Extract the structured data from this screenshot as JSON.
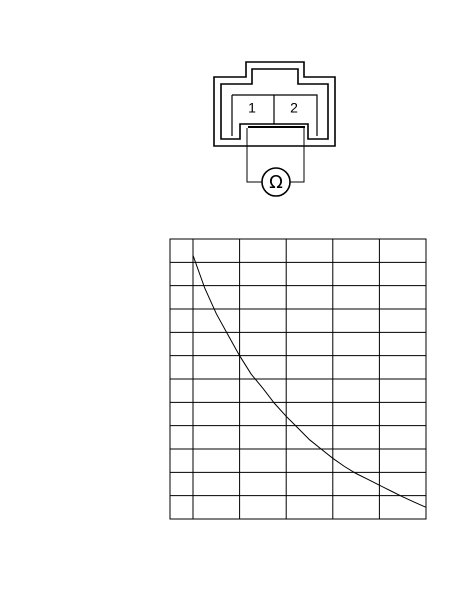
{
  "connector": {
    "pins": [
      "1",
      "2"
    ],
    "meter_symbol": "Ω",
    "meter_icon": "ohmmeter-icon"
  },
  "chart_data": {
    "type": "line",
    "title": "",
    "xlabel": "",
    "ylabel": "",
    "xlim": [
      0,
      10
    ],
    "ylim": [
      0,
      12
    ],
    "grid": true,
    "grid_columns": 5,
    "grid_rows": 12,
    "series": [
      {
        "x": [
          0.0,
          0.5,
          1.0,
          1.5,
          2.0,
          2.5,
          3.0,
          3.5,
          4.0,
          4.5,
          5.0,
          5.5,
          6.0,
          6.5,
          7.0,
          7.5,
          8.0,
          8.5,
          9.0,
          9.5,
          10.0
        ],
        "y": [
          11.3,
          9.9,
          8.8,
          7.9,
          7.0,
          6.2,
          5.6,
          4.95,
          4.4,
          3.9,
          3.4,
          3.0,
          2.6,
          2.25,
          1.95,
          1.7,
          1.45,
          1.2,
          0.95,
          0.72,
          0.5
        ]
      }
    ]
  }
}
